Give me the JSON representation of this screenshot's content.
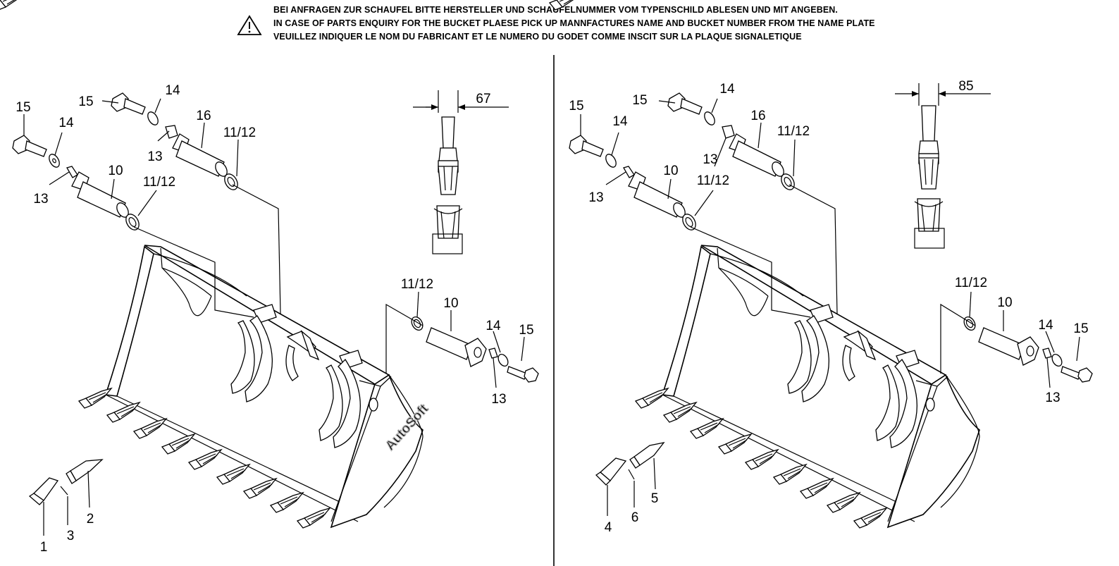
{
  "notice": {
    "line_de": "BEI ANFRAGEN ZUR SCHAUFEL  BITTE HERSTELLER UND SCHAUFELNUMMER VOM TYPENSCHILD ABLESEN UND  MIT ANGEBEN.",
    "line_en": "IN CASE OF PARTS ENQUIRY FOR THE BUCKET PLAESE PICK UP MANNFACTURES NAME AND BUCKET NUMBER FROM THE NAME PLATE",
    "line_fr": "VEUILLEZ INDIQUER LE NOM DU FABRICANT ET LE NUMERO DU GODET COMME INSCIT SUR LA PLAQUE SIGNALETIQUE",
    "icon": "warning-triangle-icon"
  },
  "watermark": "AutoSoft",
  "left_view": {
    "dimension": "67",
    "callouts": [
      {
        "id": "l15a",
        "text": "15"
      },
      {
        "id": "l14a",
        "text": "14"
      },
      {
        "id": "l13a",
        "text": "13"
      },
      {
        "id": "l10a",
        "text": "10"
      },
      {
        "id": "l1112a",
        "text": "11/12"
      },
      {
        "id": "l15b",
        "text": "15"
      },
      {
        "id": "l14b",
        "text": "14"
      },
      {
        "id": "l13b",
        "text": "13"
      },
      {
        "id": "l16",
        "text": "16"
      },
      {
        "id": "l1112b",
        "text": "11/12"
      },
      {
        "id": "l1112c",
        "text": "11/12"
      },
      {
        "id": "l10c",
        "text": "10"
      },
      {
        "id": "l14c",
        "text": "14"
      },
      {
        "id": "l15c",
        "text": "15"
      },
      {
        "id": "l13c",
        "text": "13"
      },
      {
        "id": "l1",
        "text": "1"
      },
      {
        "id": "l2",
        "text": "2"
      },
      {
        "id": "l3",
        "text": "3"
      }
    ]
  },
  "right_view": {
    "dimension": "85",
    "callouts": [
      {
        "id": "r15a",
        "text": "15"
      },
      {
        "id": "r14a",
        "text": "14"
      },
      {
        "id": "r13a",
        "text": "13"
      },
      {
        "id": "r10a",
        "text": "10"
      },
      {
        "id": "r1112a",
        "text": "11/12"
      },
      {
        "id": "r15b",
        "text": "15"
      },
      {
        "id": "r14b",
        "text": "14"
      },
      {
        "id": "r13b",
        "text": "13"
      },
      {
        "id": "r16",
        "text": "16"
      },
      {
        "id": "r1112b",
        "text": "11/12"
      },
      {
        "id": "r1112c",
        "text": "11/12"
      },
      {
        "id": "r10c",
        "text": "10"
      },
      {
        "id": "r14c",
        "text": "14"
      },
      {
        "id": "r15c",
        "text": "15"
      },
      {
        "id": "r13c",
        "text": "13"
      },
      {
        "id": "r4",
        "text": "4"
      },
      {
        "id": "r5",
        "text": "5"
      },
      {
        "id": "r6",
        "text": "6"
      }
    ]
  }
}
